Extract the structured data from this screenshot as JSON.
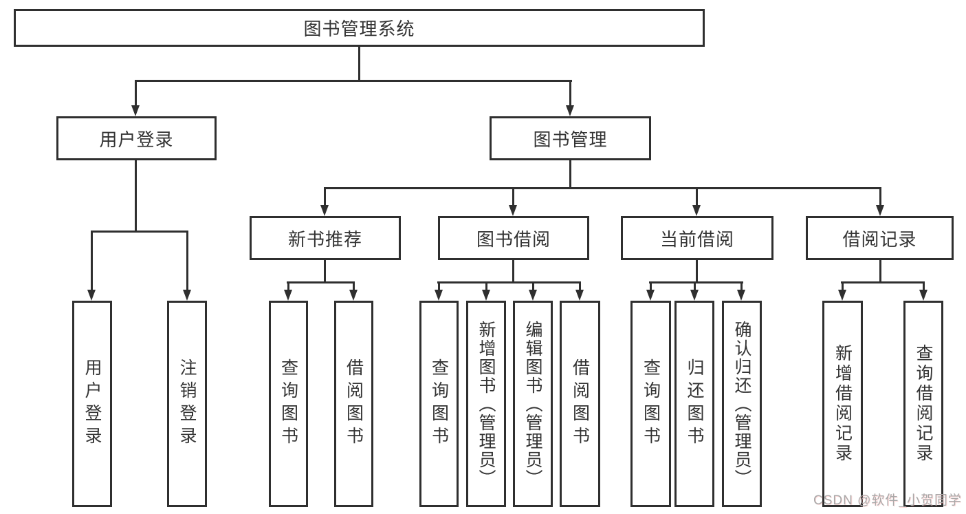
{
  "diagram_title": "图书管理系统",
  "colors": {
    "line": "#2f2f2f",
    "box_border": "#2f2f2f",
    "text": "#333333",
    "background": "#ffffff",
    "watermark": "#a9a9a9"
  },
  "tree": {
    "label": "图书管理系统",
    "children": [
      {
        "label": "用户登录",
        "children": [
          {
            "label": "用户登录"
          },
          {
            "label": "注销登录"
          }
        ]
      },
      {
        "label": "图书管理",
        "children": [
          {
            "label": "新书推荐",
            "children": [
              {
                "label": "查询图书"
              },
              {
                "label": "借阅图书"
              }
            ]
          },
          {
            "label": "图书借阅",
            "children": [
              {
                "label": "查询图书"
              },
              {
                "label": "新增图书（管理员）"
              },
              {
                "label": "编辑图书（管理员）"
              },
              {
                "label": "借阅图书"
              }
            ]
          },
          {
            "label": "当前借阅",
            "children": [
              {
                "label": "查询图书"
              },
              {
                "label": "归还图书"
              },
              {
                "label": "确认归还（管理员）"
              }
            ]
          },
          {
            "label": "借阅记录",
            "children": [
              {
                "label": "新增借阅记录"
              },
              {
                "label": "查询借阅记录"
              }
            ]
          }
        ]
      }
    ]
  },
  "watermark": {
    "text": "CSDN @软件_小贺同学"
  }
}
